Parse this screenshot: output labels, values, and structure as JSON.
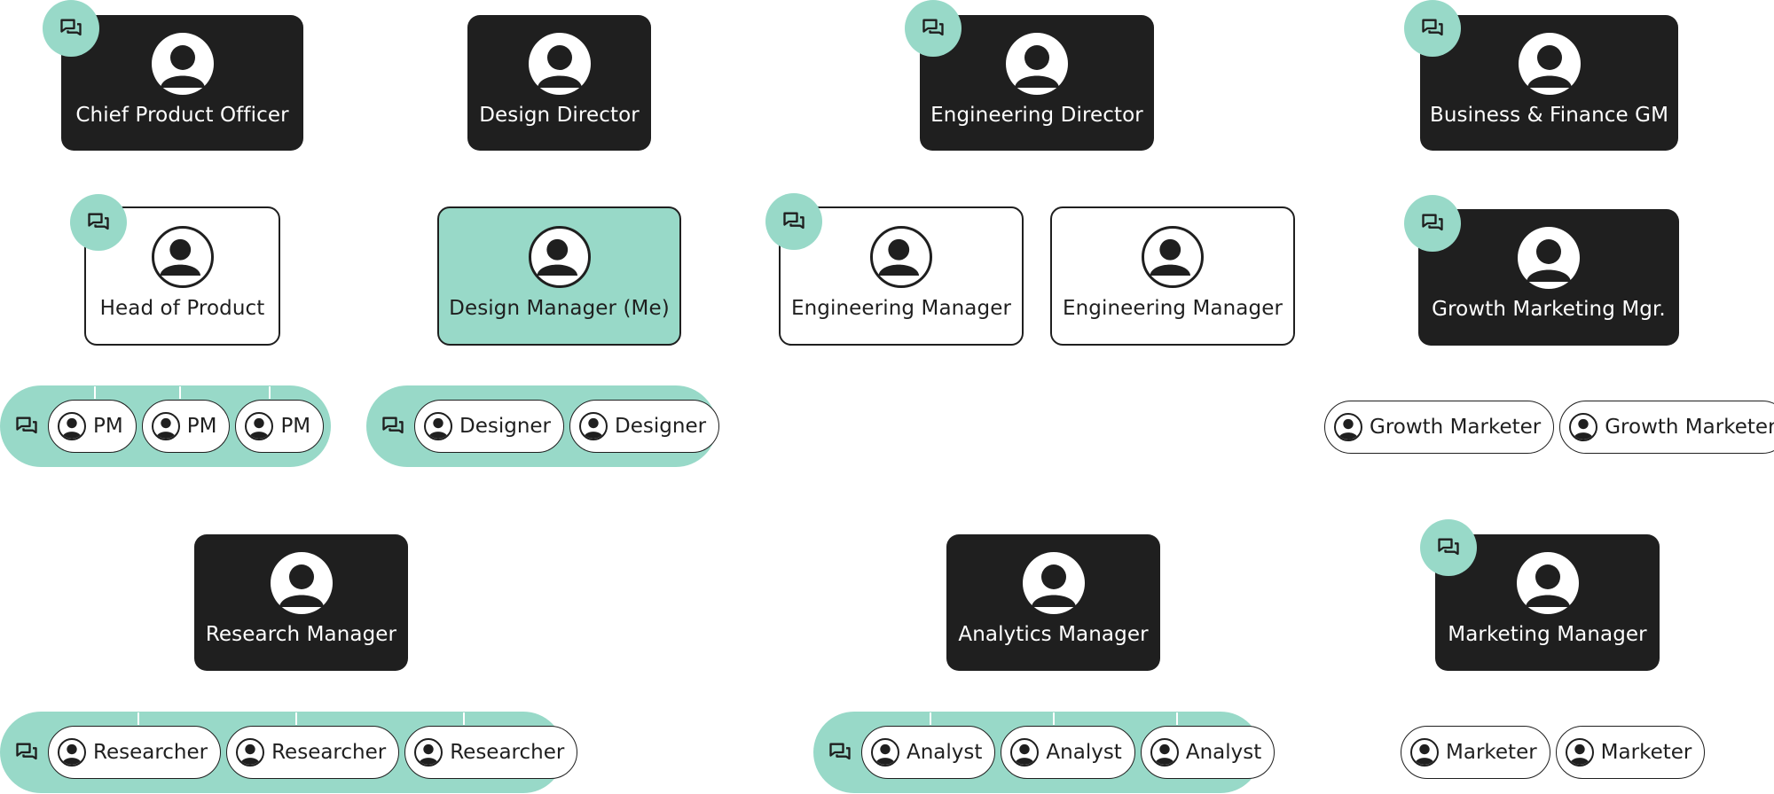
{
  "leaders": {
    "cpo": "Chief Product Officer",
    "design_director": "Design Director",
    "engineering_director": "Engineering Director",
    "business_finance": "Business & Finance GM"
  },
  "managers": {
    "head_of_product": "Head of Product",
    "design_manager": "Design Manager (Me)",
    "engineering_manager_1": "Engineering Manager",
    "engineering_manager_2": "Engineering Manager",
    "growth_marketing": "Growth Marketing Mgr.",
    "research_manager": "Research Manager",
    "analytics_manager": "Analytics Manager",
    "marketing_manager": "Marketing Manager"
  },
  "teams": {
    "product": [
      "PM",
      "PM",
      "PM"
    ],
    "design": [
      "Designer",
      "Designer"
    ],
    "growth": [
      "Growth Marketer",
      "Growth Marketer"
    ],
    "research": [
      "Researcher",
      "Researcher",
      "Researcher"
    ],
    "analytics": [
      "Analyst",
      "Analyst",
      "Analyst"
    ],
    "marketing": [
      "Marketer",
      "Marketer"
    ]
  },
  "icons": {
    "avatar": "person-avatar-icon",
    "chat": "chat-bubbles-icon"
  },
  "colors": {
    "dark": "#1f1f1f",
    "accent": "#98d9c8",
    "light": "#ffffff"
  }
}
